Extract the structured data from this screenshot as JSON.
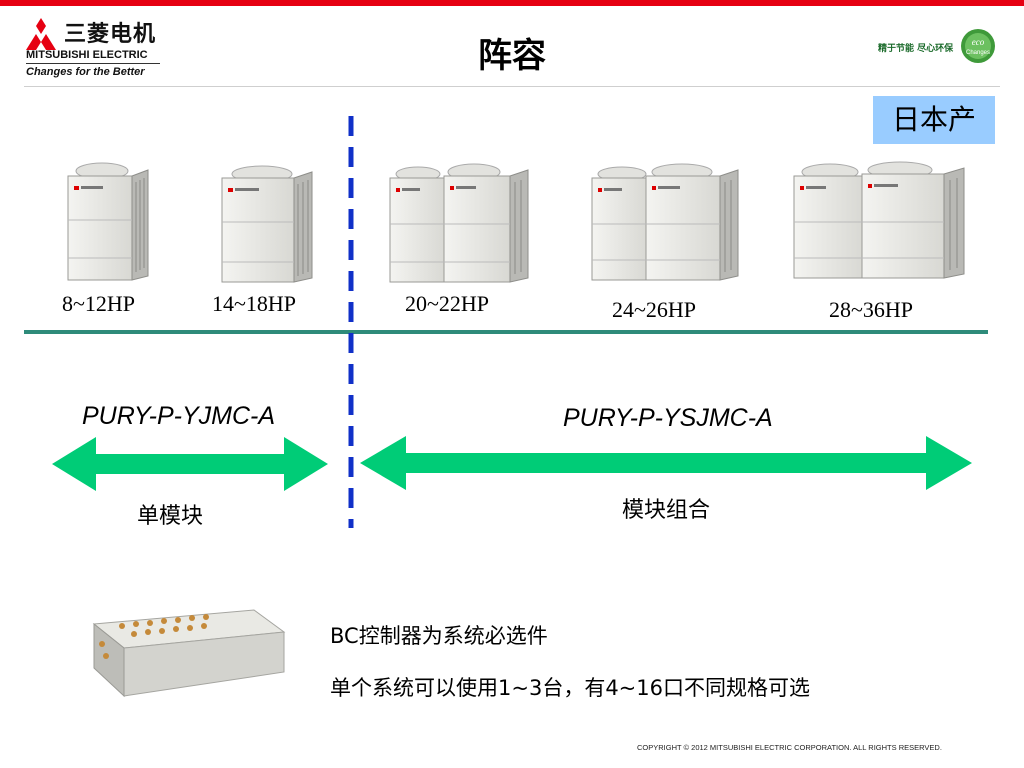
{
  "header": {
    "logo_cn": "三菱电机",
    "logo_en": "MITSUBISHI ELECTRIC",
    "logo_tagline": "Changes for the Better",
    "title": "阵容",
    "eco_slogan": "精于节能 尽心环保",
    "eco_badge": "eco Changes"
  },
  "origin_badge": "日本产",
  "units": [
    {
      "hp": "8~12HP"
    },
    {
      "hp": "14~18HP"
    },
    {
      "hp": "20~22HP"
    },
    {
      "hp": "24~26HP"
    },
    {
      "hp": "28~36HP"
    }
  ],
  "series": {
    "single": {
      "model": "PURY-P-YJMC-A",
      "label": "单模块"
    },
    "combo": {
      "model": "PURY-P-YSJMC-A",
      "label": "模块组合"
    }
  },
  "bc": {
    "line1": "BC控制器为系统必选件",
    "line2": "单个系统可以使用1~3台，有4~16口不同规格可选"
  },
  "footer": {
    "copyright": "COPYRIGHT © 2012 MITSUBISHI ELECTRIC CORPORATION. ALL RIGHTS RESERVED."
  },
  "colors": {
    "brand_red": "#e60012",
    "divider_green": "#2e8b7a",
    "arrow_green": "#00cc77",
    "dash_blue": "#1030c8",
    "badge_blue": "#99ccff"
  }
}
